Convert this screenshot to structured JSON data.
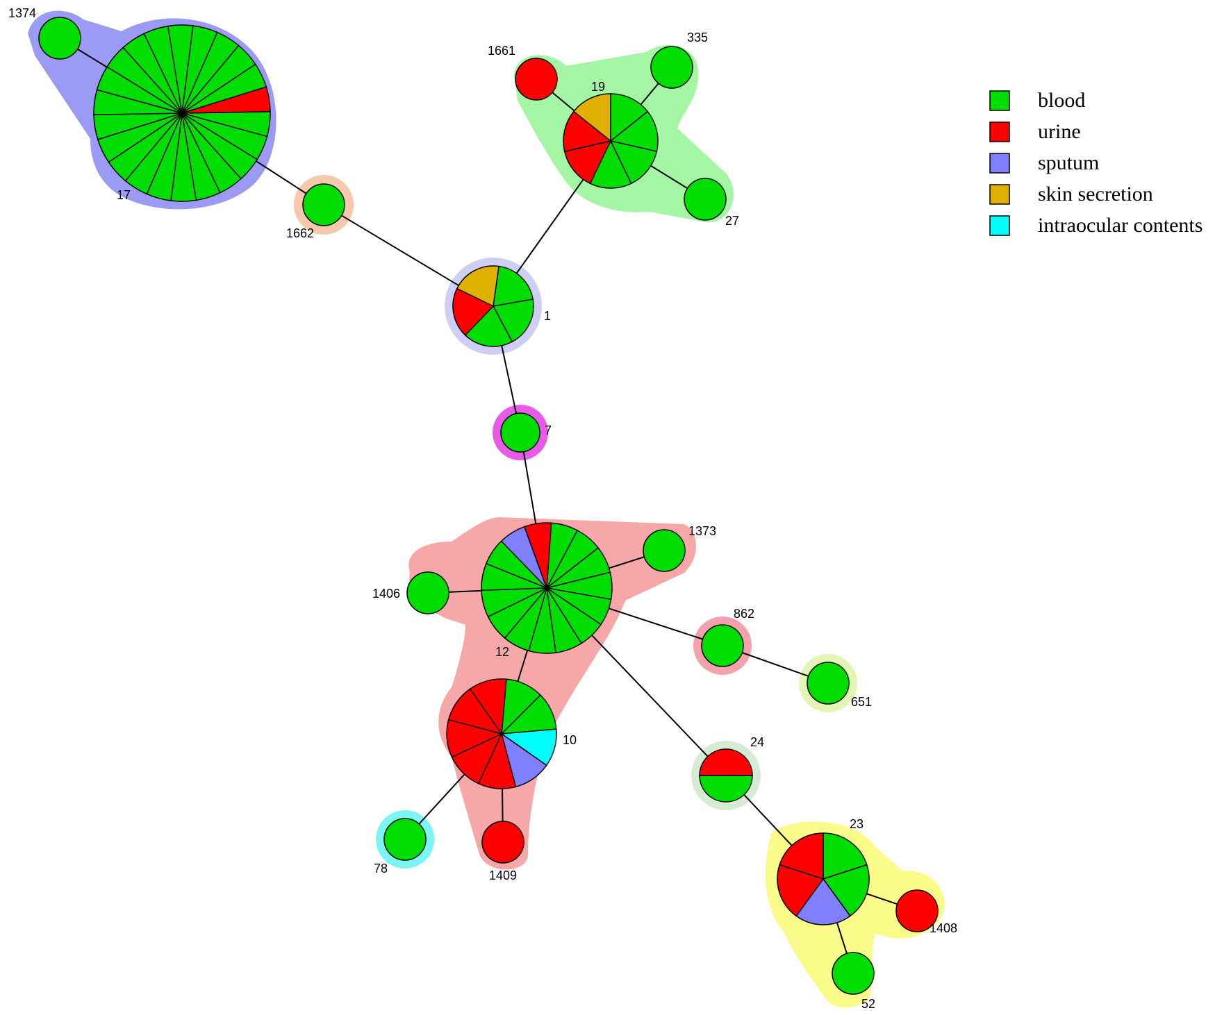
{
  "colors": {
    "blood": "#00dd00",
    "urine": "#ff0000",
    "sputum": "#8080ff",
    "skin secretion": "#e0b000",
    "intraocular contents": "#00ffff"
  },
  "legend": [
    {
      "key": "blood",
      "label": "blood"
    },
    {
      "key": "urine",
      "label": "urine"
    },
    {
      "key": "sputum",
      "label": "sputum"
    },
    {
      "key": "skin secretion",
      "label": "skin secretion"
    },
    {
      "key": "intraocular contents",
      "label": "intraocular contents"
    }
  ],
  "nodes": [
    {
      "id": "17",
      "label": "17",
      "slices": [
        [
          "blood",
          21
        ],
        [
          "urine",
          1
        ]
      ]
    },
    {
      "id": "1374",
      "label": "1374",
      "slices": [
        [
          "blood",
          1
        ]
      ]
    },
    {
      "id": "1662",
      "label": "1662",
      "slices": [
        [
          "blood",
          1
        ]
      ]
    },
    {
      "id": "1",
      "label": "1",
      "slices": [
        [
          "blood",
          3
        ],
        [
          "urine",
          1
        ],
        [
          "skin secretion",
          1
        ]
      ]
    },
    {
      "id": "19",
      "label": "19",
      "slices": [
        [
          "blood",
          4
        ],
        [
          "urine",
          2
        ],
        [
          "skin secretion",
          1
        ]
      ]
    },
    {
      "id": "1661",
      "label": "1661",
      "slices": [
        [
          "urine",
          1
        ]
      ]
    },
    {
      "id": "335",
      "label": "335",
      "slices": [
        [
          "blood",
          1
        ]
      ]
    },
    {
      "id": "27",
      "label": "27",
      "slices": [
        [
          "blood",
          1
        ]
      ]
    },
    {
      "id": "7",
      "label": "7",
      "slices": [
        [
          "blood",
          1
        ]
      ]
    },
    {
      "id": "12",
      "label": "12",
      "slices": [
        [
          "blood",
          13
        ],
        [
          "sputum",
          1
        ],
        [
          "urine",
          1
        ]
      ]
    },
    {
      "id": "1373",
      "label": "1373",
      "slices": [
        [
          "blood",
          1
        ]
      ]
    },
    {
      "id": "1406",
      "label": "1406",
      "slices": [
        [
          "blood",
          1
        ]
      ]
    },
    {
      "id": "10",
      "label": "10",
      "slices": [
        [
          "blood",
          2
        ],
        [
          "intraocular contents",
          1
        ],
        [
          "sputum",
          1
        ],
        [
          "urine",
          5
        ]
      ]
    },
    {
      "id": "78",
      "label": "78",
      "slices": [
        [
          "blood",
          1
        ]
      ]
    },
    {
      "id": "1409",
      "label": "1409",
      "slices": [
        [
          "urine",
          1
        ]
      ]
    },
    {
      "id": "862",
      "label": "862",
      "slices": [
        [
          "blood",
          1
        ]
      ]
    },
    {
      "id": "651",
      "label": "651",
      "slices": [
        [
          "blood",
          1
        ]
      ]
    },
    {
      "id": "24",
      "label": "24",
      "slices": [
        [
          "blood",
          1
        ],
        [
          "urine",
          1
        ]
      ]
    },
    {
      "id": "23",
      "label": "23",
      "slices": [
        [
          "blood",
          2
        ],
        [
          "sputum",
          1
        ],
        [
          "urine",
          2
        ]
      ]
    },
    {
      "id": "1408",
      "label": "1408",
      "slices": [
        [
          "urine",
          1
        ]
      ]
    },
    {
      "id": "52",
      "label": "52",
      "slices": [
        [
          "blood",
          1
        ]
      ]
    }
  ],
  "edges": [
    [
      "17",
      "1374"
    ],
    [
      "17",
      "1662"
    ],
    [
      "1662",
      "1"
    ],
    [
      "1",
      "19"
    ],
    [
      "19",
      "1661"
    ],
    [
      "19",
      "335"
    ],
    [
      "19",
      "27"
    ],
    [
      "1",
      "7"
    ],
    [
      "7",
      "12"
    ],
    [
      "12",
      "1373"
    ],
    [
      "12",
      "1406"
    ],
    [
      "12",
      "10"
    ],
    [
      "10",
      "78"
    ],
    [
      "10",
      "1409"
    ],
    [
      "12",
      "862"
    ],
    [
      "862",
      "651"
    ],
    [
      "12",
      "24"
    ],
    [
      "24",
      "23"
    ],
    [
      "23",
      "1408"
    ],
    [
      "23",
      "52"
    ]
  ]
}
